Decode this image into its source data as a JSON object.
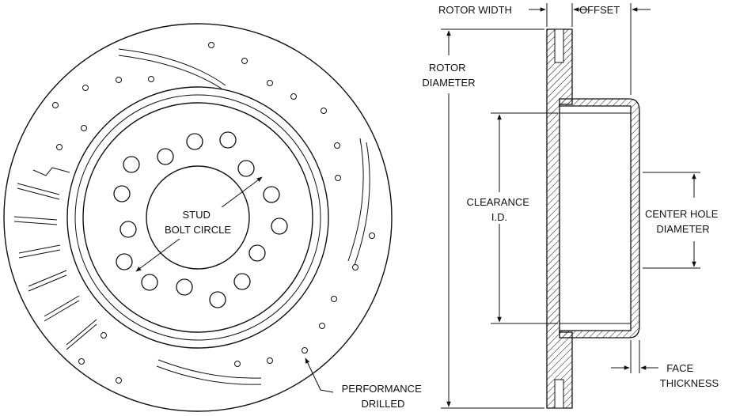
{
  "labels": {
    "stud_bolt_circle": [
      "STUD",
      "BOLT CIRCLE"
    ],
    "performance_drilled": [
      "PERFORMANCE",
      "DRILLED"
    ],
    "rotor_width": "ROTOR WIDTH",
    "offset": "OFFSET",
    "rotor_diameter": [
      "ROTOR",
      "DIAMETER"
    ],
    "clearance_id": [
      "CLEARANCE",
      "I.D."
    ],
    "center_hole_diameter": [
      "CENTER HOLE",
      "DIAMETER"
    ],
    "face_thickness": [
      "FACE",
      "THICKNESS"
    ]
  },
  "colors": {
    "line": "#111111",
    "background": "#ffffff"
  }
}
